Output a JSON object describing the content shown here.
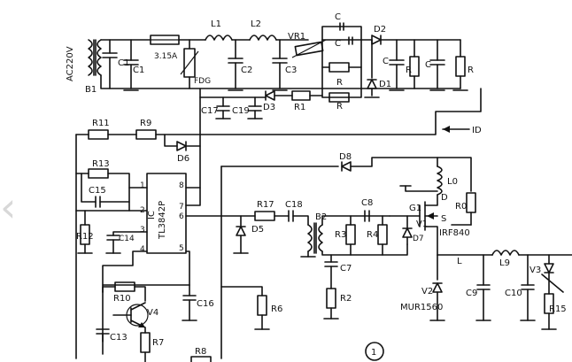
{
  "schematic": {
    "input": {
      "mains": "AC220V",
      "transformer": "B1",
      "cap_in": "C1",
      "cap_post_fuse": "C1",
      "fuse": "3.15A",
      "varistor": "FDG"
    },
    "filter": {
      "l1": "L1",
      "l2": "L2",
      "c2": "C2",
      "c3": "C3",
      "vr1": "VR1"
    },
    "rectifier_top": {
      "c_top1": "C",
      "c_top2": "C",
      "d2": "D2",
      "d1": "D1",
      "c_out1": "C",
      "c_out2": "C",
      "r_out1": "R",
      "r_out2": "R",
      "r_bridge1": "R",
      "r_bridge2": "R"
    },
    "startup": {
      "c17": "C17",
      "c19": "C19",
      "d3": "D3",
      "r1": "R1"
    },
    "feedback": {
      "r11": "R11",
      "r9": "R9",
      "d6": "D6",
      "id_label": "ID"
    },
    "ic": {
      "r13": "R13",
      "c15": "C15",
      "ic_name": "IC",
      "ic_part": "TL3842P",
      "pin1": "1",
      "pin2": "2",
      "pin3": "3",
      "pin4": "4",
      "pin5": "5",
      "pin6": "6",
      "pin7": "7",
      "pin8": "8",
      "r12": "R12",
      "c14": "C14"
    },
    "drive": {
      "r17": "R17",
      "c18": "C18",
      "d5": "D5",
      "b2": "B2",
      "r3": "R3",
      "r4": "R4",
      "c8": "C8",
      "c7": "C7",
      "r2": "R2",
      "d7": "D7",
      "g1": "G1",
      "v1": "V1"
    },
    "mosfet": {
      "d8": "D8",
      "l0": "L0",
      "d": "D",
      "s": "S",
      "part": "IRF840",
      "r0": "R0"
    },
    "output": {
      "l": "L",
      "l9": "L9",
      "v3": "V3",
      "v2": "V2",
      "v2_part": "MUR1560",
      "c9": "C9",
      "c10": "C10",
      "r15": "R15"
    },
    "lower": {
      "r10": "R10",
      "v4": "V4",
      "c13": "C13",
      "r7": "R7",
      "c16": "C16",
      "r6": "R6",
      "r8": "R8"
    },
    "figure_number": "1",
    "nav_arrow": "‹"
  }
}
